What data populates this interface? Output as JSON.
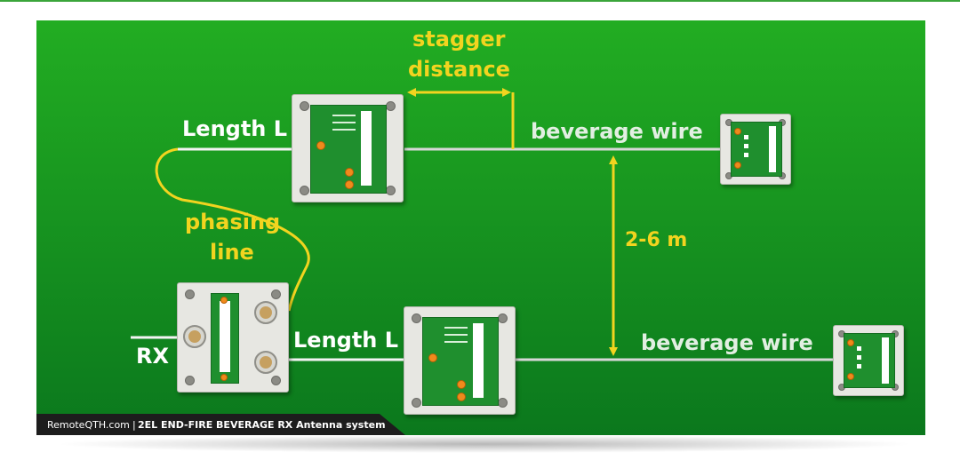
{
  "labels": {
    "length_top": "Length L",
    "length_bottom": "Length L",
    "stagger_line1": "stagger",
    "stagger_line2": "distance",
    "beverage_top": "beverage wire",
    "beverage_bottom": "beverage wire",
    "spacing": "2-6 m",
    "phasing_line1": "phasing",
    "phasing_line2": "line",
    "rx": "RX"
  },
  "footer": {
    "brand": "RemoteQTH.com",
    "separator": "|",
    "title": "2EL END-FIRE BEVERAGE RX Antenna system"
  },
  "colors": {
    "background_top": "#1fa81f",
    "background_bottom": "#0c7b1e",
    "label_yellow": "#f2d41f",
    "wire": "#dcdcdc",
    "box": "#e7e7e2",
    "pcb_green": "#1f8f2e"
  }
}
